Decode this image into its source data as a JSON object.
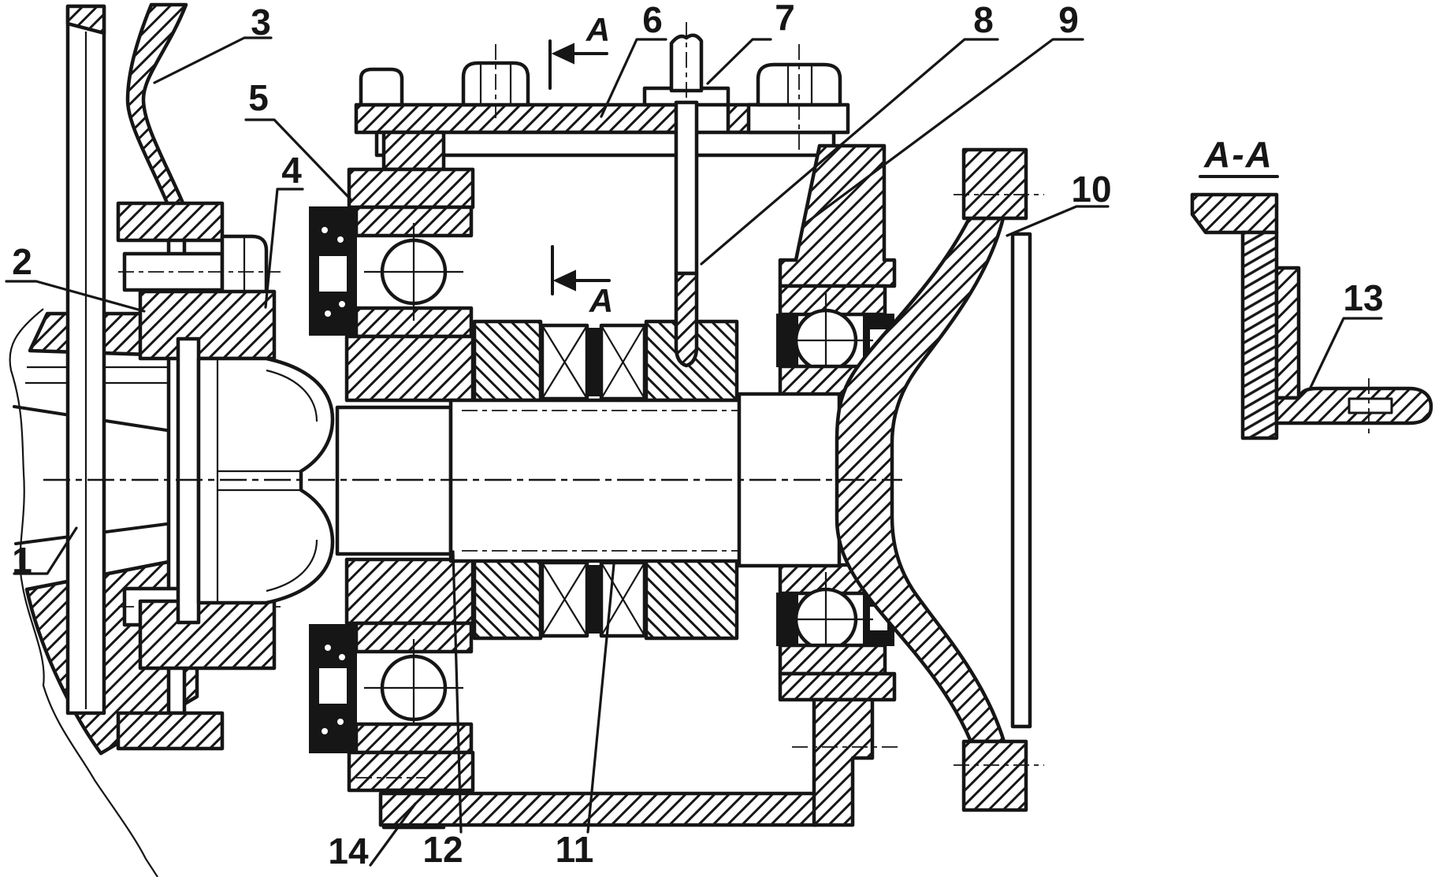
{
  "colors": {
    "ink": "#161616",
    "paper": "#ffffff"
  },
  "drawing": {
    "section_title": "A-A",
    "section_arrows": [
      {
        "label": "A"
      },
      {
        "label": "A"
      }
    ],
    "callouts": [
      {
        "label": "1"
      },
      {
        "label": "2"
      },
      {
        "label": "3"
      },
      {
        "label": "4"
      },
      {
        "label": "5"
      },
      {
        "label": "6"
      },
      {
        "label": "7"
      },
      {
        "label": "8"
      },
      {
        "label": "9"
      },
      {
        "label": "10"
      },
      {
        "label": "11"
      },
      {
        "label": "12"
      },
      {
        "label": "13"
      },
      {
        "label": "14"
      }
    ]
  }
}
